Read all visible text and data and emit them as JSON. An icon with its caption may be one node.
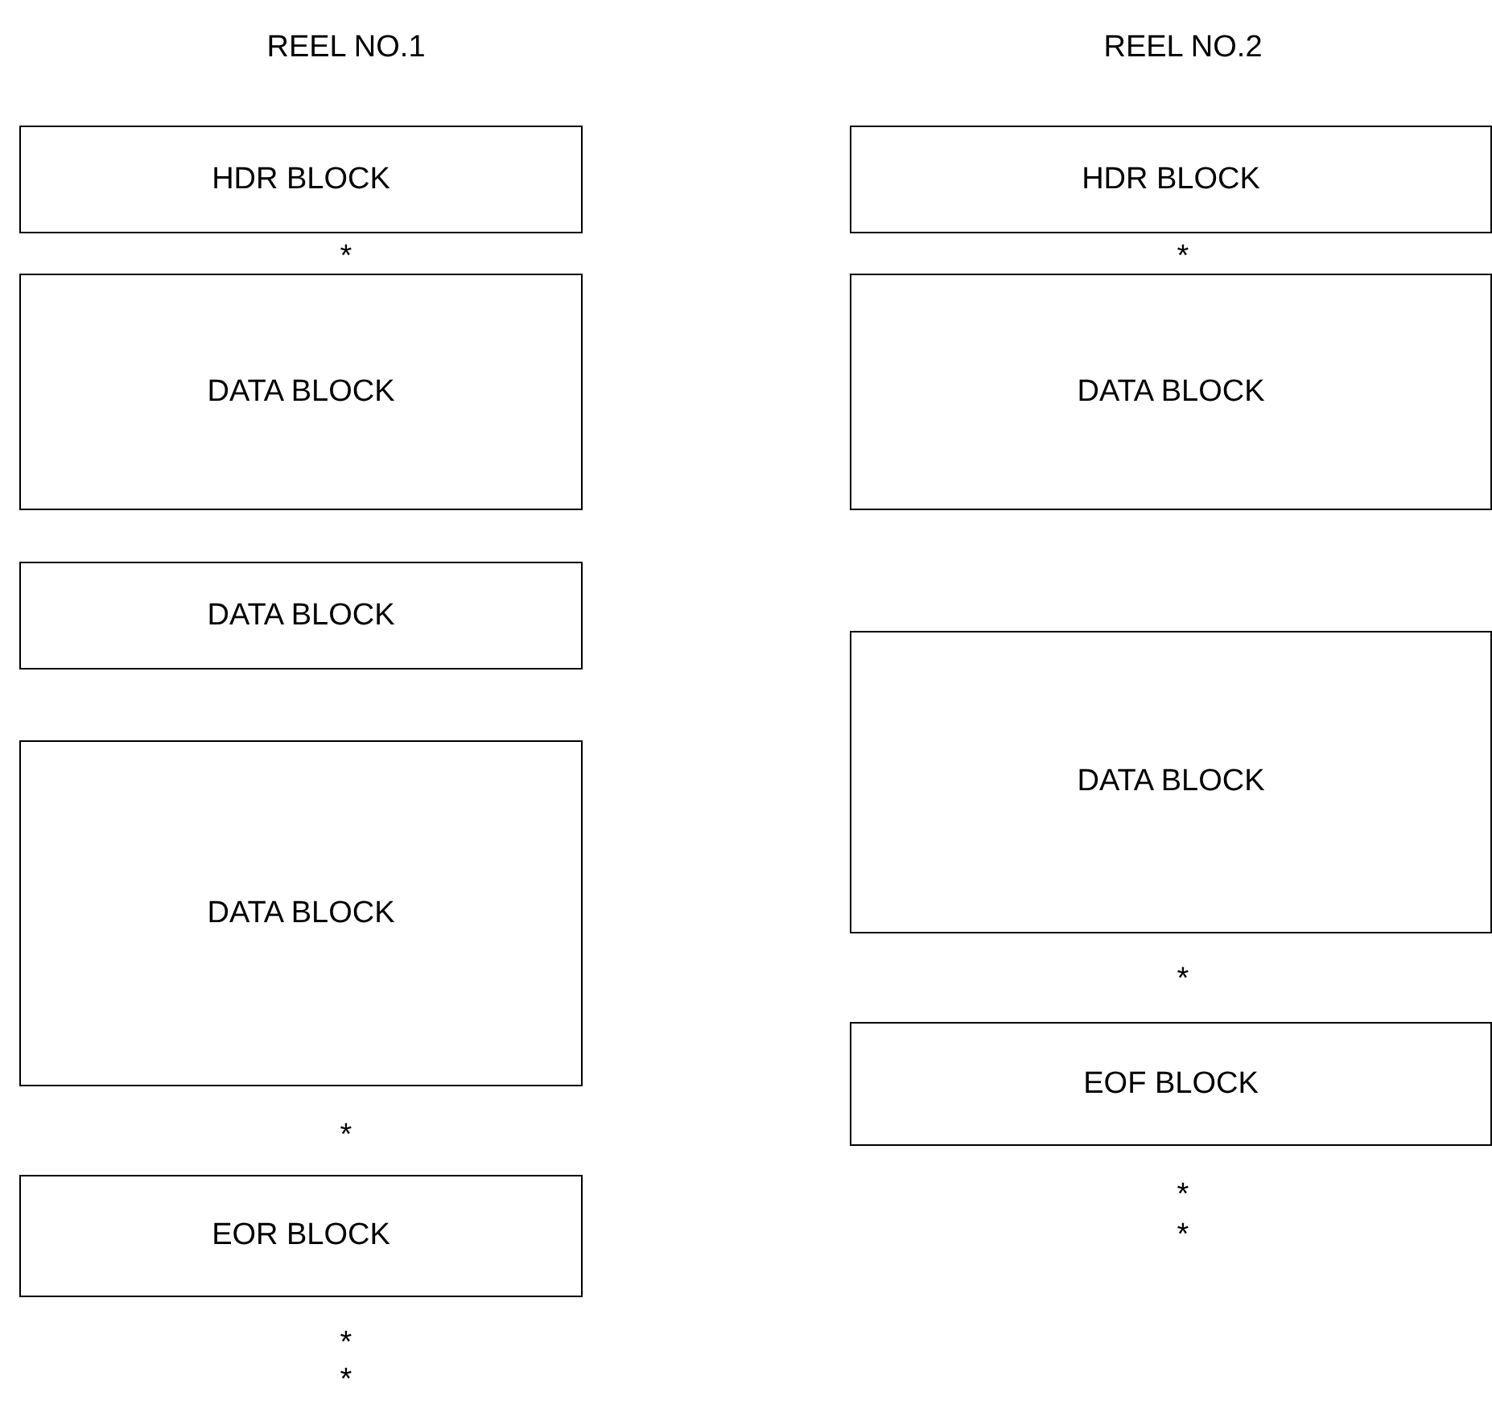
{
  "diagram": {
    "nodes": [
      {
        "text": [
          "HDR BLOCK"
        ]
      },
      {
        "text": [
          "DATA BLOCK"
        ]
      },
      {
        "text": [
          "DATA BLOCK"
        ]
      },
      {
        "text": [
          "DATA BLOCK"
        ]
      },
      {
        "text": [
          "EOR BLOCK"
        ]
      },
      {
        "text": [
          "HDR BLOCK"
        ]
      },
      {
        "text": [
          "DATA BLOCK"
        ]
      },
      {
        "text": [
          "DATA BLOCK"
        ]
      },
      {
        "text": [
          "EOF BLOCK"
        ]
      }
    ],
    "edges": [],
    "labels": [
      "REEL NO.1",
      "*",
      "*",
      "*",
      "*",
      "REEL NO.2",
      "*",
      "*",
      "*",
      "*"
    ]
  }
}
